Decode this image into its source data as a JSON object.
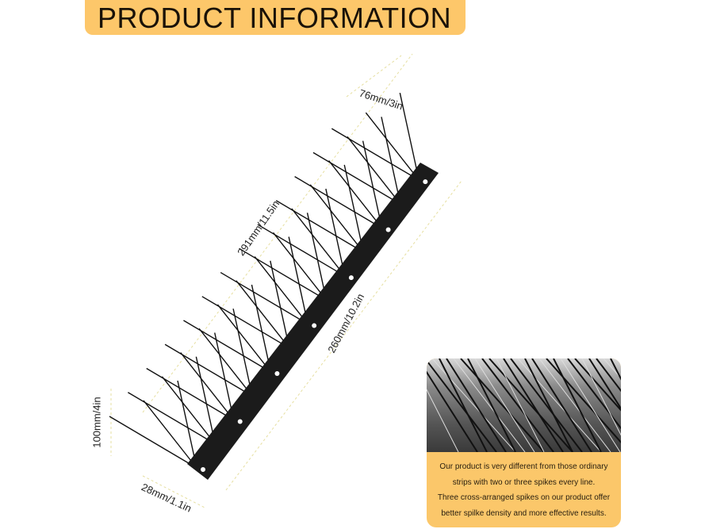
{
  "banner": {
    "title": "PRODUCT INFORMATION",
    "color": "#fdc76a"
  },
  "dimensions": {
    "spike_height": "76mm/3in",
    "overall_length": "291mm/11.5in",
    "base_length": "260mm/10.2in",
    "height": "100mm/4in",
    "base_width": "28mm/1.1in"
  },
  "inset": {
    "lines": [
      "Our product is very different from those ordinary",
      "strips with two or three spikes every line.",
      "Three cross-arranged spikes on our product offer",
      "better spilke density and more effective results."
    ],
    "background": "#fbc76a"
  }
}
